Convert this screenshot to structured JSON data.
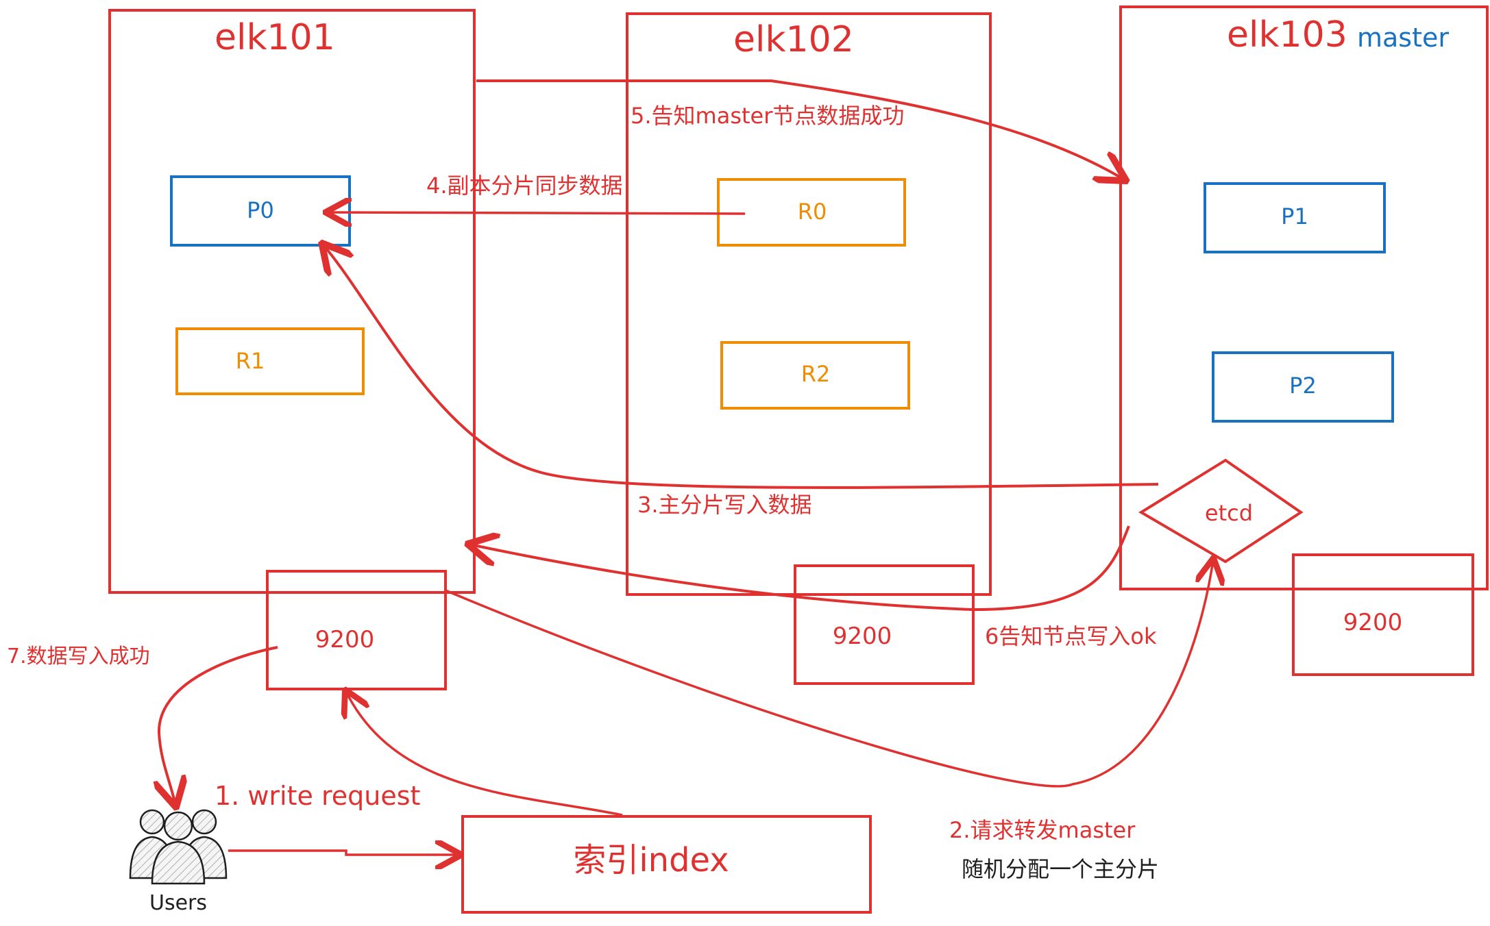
{
  "colors": {
    "red": "#e03131",
    "blue": "#1971c2",
    "orange": "#f08c00",
    "dark": "#1e1e1e"
  },
  "nodes": {
    "elk101": {
      "title": "elk101",
      "primary": "P0",
      "replica": "R1",
      "port": "9200"
    },
    "elk102": {
      "title": "elk102",
      "replica0": "R0",
      "replica2": "R2",
      "port": "9200"
    },
    "elk103": {
      "title": "elk103",
      "role": "master",
      "primary1": "P1",
      "primary2": "P2",
      "coordinator": "etcd",
      "port": "9200"
    }
  },
  "index_box": {
    "label": "索引index"
  },
  "users": {
    "label": "Users"
  },
  "steps": {
    "s1": "1. write request",
    "s2_line1": "2.请求转发master",
    "s2_line2": "随机分配一个主分片",
    "s3": "3.主分片写入数据",
    "s4": "4.副本分片同步数据",
    "s5": "5.告知master节点数据成功",
    "s6": "6告知节点写入ok",
    "s7": "7.数据写入成功"
  }
}
